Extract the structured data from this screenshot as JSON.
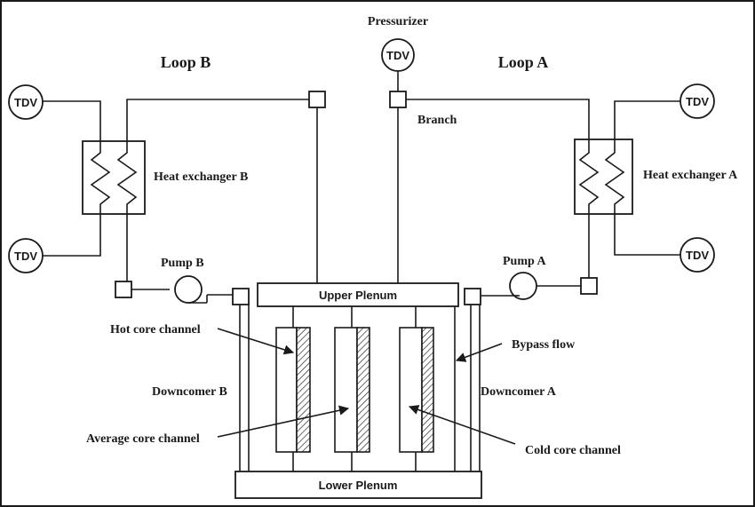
{
  "labels": {
    "pressurizer": "Pressurizer",
    "loop_b": "Loop B",
    "loop_a": "Loop A",
    "branch": "Branch",
    "heat_exchanger_b": "Heat exchanger B",
    "heat_exchanger_a": "Heat exchanger A",
    "pump_b": "Pump B",
    "pump_a": "Pump A",
    "upper_plenum": "Upper Plenum",
    "lower_plenum": "Lower Plenum",
    "hot_core_channel": "Hot core channel",
    "bypass_flow": "Bypass flow",
    "downcomer_b": "Downcomer B",
    "downcomer_a": "Downcomer A",
    "average_core_channel": "Average core channel",
    "cold_core_channel": "Cold core channel"
  },
  "tdv": {
    "pressurizer": "TDV",
    "b_top": "TDV",
    "b_bottom": "TDV",
    "a_top": "TDV",
    "a_bottom": "TDV"
  }
}
